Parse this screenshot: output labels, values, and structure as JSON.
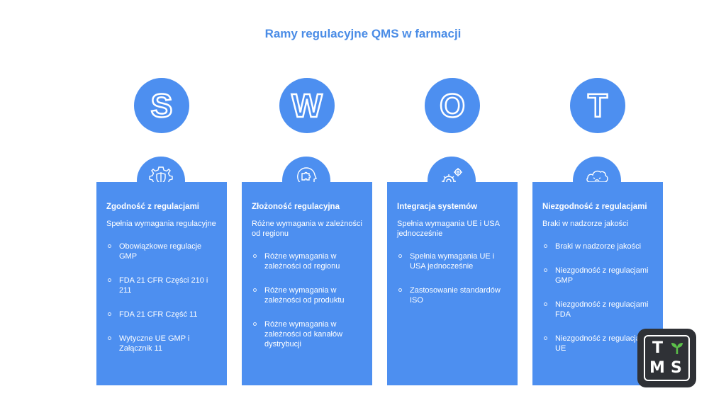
{
  "title": "Ramy regulacyjne QMS w farmacji",
  "colors": {
    "accent": "#4d8ff0",
    "title": "#4a8ce6",
    "logo_bg": "#2f3136",
    "sprout": "#5cc04a"
  },
  "columns": [
    {
      "letter": "S",
      "icon": "shield-gear-icon",
      "heading": "Zgodność z regulacjami",
      "subtitle": "Spełnia wymagania regulacyjne",
      "items": [
        "Obowiązkowe regulacje GMP",
        "FDA 21 CFR Części 210 i 211",
        "FDA 21 CFR Część 11",
        "Wytyczne UE GMP i Załącznik 11"
      ]
    },
    {
      "letter": "W",
      "icon": "head-puzzle-icon",
      "heading": "Złożoność regulacyjna",
      "subtitle": "Różne wymagania w zależności od regionu",
      "items": [
        "Różne wymagania w zależności od regionu",
        "Różne wymagania w zależności od produktu",
        "Różne wymagania w zależności od kanałów dystrybucji"
      ]
    },
    {
      "letter": "O",
      "icon": "gears-icon",
      "heading": "Integracja systemów",
      "subtitle": "Spełnia wymagania UE i USA jednocześnie",
      "items": [
        "Spełnia wymagania UE i USA jednocześnie",
        "Zastosowanie standardów ISO"
      ]
    },
    {
      "letter": "T",
      "icon": "storm-cloud-icon",
      "heading": "Niezgodność z regulacjami",
      "subtitle": "Braki w nadzorze jakości",
      "items": [
        "Braki w nadzorze jakości",
        "Niezgodność z regulacjami GMP",
        "Niezgodność z regulacjami FDA",
        "Niezgodność z regulacjami UE"
      ]
    }
  ],
  "logo": {
    "letters": [
      "T",
      "M",
      "S"
    ],
    "icon": "sprout-icon"
  }
}
